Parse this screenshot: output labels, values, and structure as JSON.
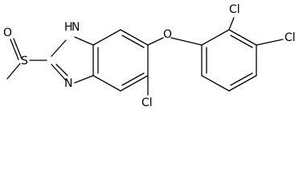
{
  "structure": {
    "atoms": {
      "o_sulfinyl": "O",
      "s_sulfinyl": "S",
      "nh": "H",
      "nh_n": "N",
      "n_imine": "N",
      "cl_ring": "Cl",
      "o_ether": "O",
      "cl_2": "Cl",
      "cl_3": "Cl"
    }
  }
}
